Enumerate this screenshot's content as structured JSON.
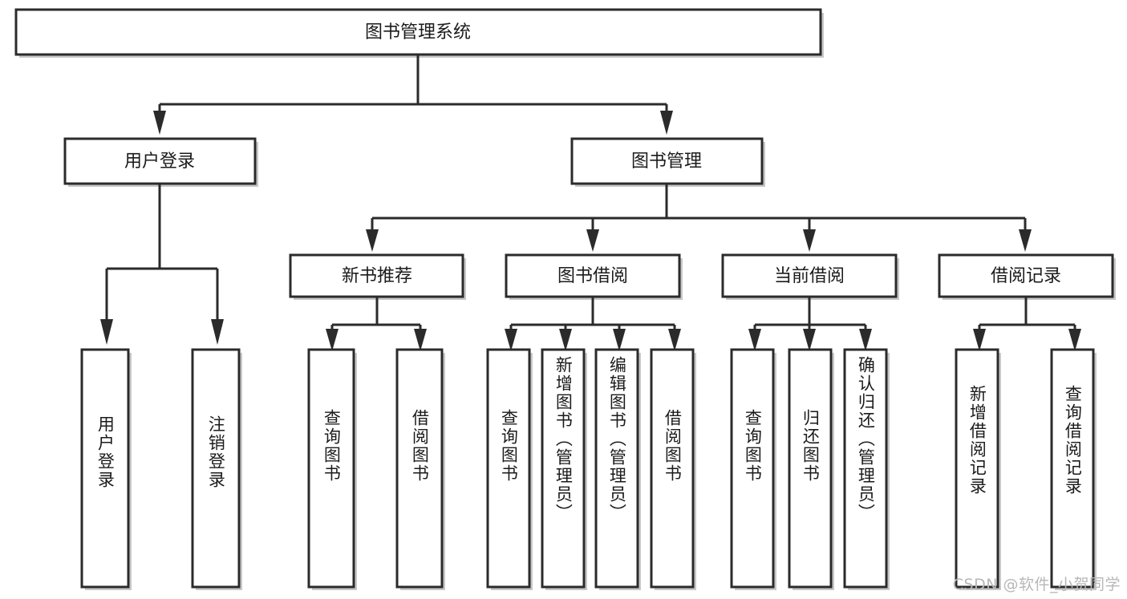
{
  "title": "图书管理系统",
  "watermark": "CSDN @软件_小贺同学",
  "nodes": {
    "root": {
      "label": "图书管理系统"
    },
    "level2": [
      {
        "id": "user-login",
        "label": "用户登录"
      },
      {
        "id": "book-manage",
        "label": "图书管理"
      }
    ],
    "level3": [
      {
        "id": "new-book-recommend",
        "label": "新书推荐"
      },
      {
        "id": "book-borrow",
        "label": "图书借阅"
      },
      {
        "id": "current-borrow",
        "label": "当前借阅"
      },
      {
        "id": "borrow-record",
        "label": "借阅记录"
      }
    ],
    "leaves": {
      "user-login": [
        {
          "id": "leaf-user-login",
          "label": "用户登录"
        },
        {
          "id": "leaf-user-logout",
          "label": "注销登录"
        }
      ],
      "new-book-recommend": [
        {
          "id": "leaf-query-book-1",
          "label": "查询图书"
        },
        {
          "id": "leaf-borrow-book-1",
          "label": "借阅图书"
        }
      ],
      "book-borrow": [
        {
          "id": "leaf-query-book-2",
          "label": "查询图书"
        },
        {
          "id": "leaf-add-book",
          "label": "新增图书（管理员）"
        },
        {
          "id": "leaf-edit-book",
          "label": "编辑图书（管理员）"
        },
        {
          "id": "leaf-borrow-book-2",
          "label": "借阅图书"
        }
      ],
      "current-borrow": [
        {
          "id": "leaf-query-book-3",
          "label": "查询图书"
        },
        {
          "id": "leaf-return-book",
          "label": "归还图书"
        },
        {
          "id": "leaf-confirm-return",
          "label": "确认归还（管理员）"
        }
      ],
      "borrow-record": [
        {
          "id": "leaf-add-record",
          "label": "新增借阅记录"
        },
        {
          "id": "leaf-query-record",
          "label": "查询借阅记录"
        }
      ]
    }
  },
  "colors": {
    "box_fill": "#ffffff",
    "box_stroke": "#2b2b2b",
    "text": "#1b1b1b",
    "watermark": "#b7b7b7",
    "background": "#ffffff"
  }
}
